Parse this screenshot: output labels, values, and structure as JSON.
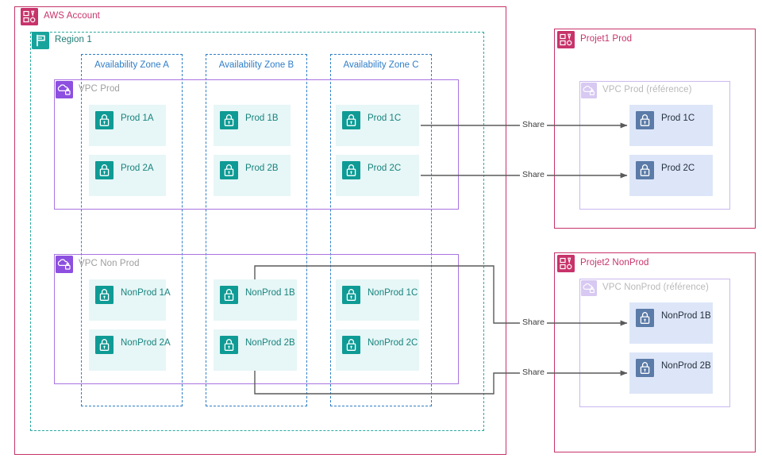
{
  "colors": {
    "account_border": "#c7336a",
    "region_border": "#2aab9f",
    "az_border": "#2f7ec7",
    "vpc_border": "#a974e0",
    "vpc_ref_border": "#cbb8ee",
    "subnet_fill": "#e7f6f6",
    "subnet_icon": "#16837e",
    "ref_fill": "#dde6f8",
    "ref_icon": "#5b7ba8",
    "wire": "#5a5a5a"
  },
  "account": {
    "label": "AWS Account",
    "icon": "aws-account-icon"
  },
  "region": {
    "label": "Region 1",
    "icon": "region-flag-icon"
  },
  "availability_zones": [
    {
      "label": "Availability Zone A"
    },
    {
      "label": "Availability Zone B"
    },
    {
      "label": "Availability Zone C"
    }
  ],
  "vpcs": [
    {
      "id": "vpc-prod",
      "label": "VPC Prod",
      "icon": "vpc-cloud-lock-icon",
      "subnets": [
        {
          "label": "Prod 1A",
          "icon": "subnet-lock-icon",
          "zone": "A",
          "row": 1
        },
        {
          "label": "Prod 2A",
          "icon": "subnet-lock-icon",
          "zone": "A",
          "row": 2
        },
        {
          "label": "Prod 1B",
          "icon": "subnet-lock-icon",
          "zone": "B",
          "row": 1
        },
        {
          "label": "Prod 2B",
          "icon": "subnet-lock-icon",
          "zone": "B",
          "row": 2
        },
        {
          "label": "Prod 1C",
          "icon": "subnet-lock-icon",
          "zone": "C",
          "row": 1
        },
        {
          "label": "Prod 2C",
          "icon": "subnet-lock-icon",
          "zone": "C",
          "row": 2
        }
      ]
    },
    {
      "id": "vpc-nonprod",
      "label": "VPC Non Prod",
      "icon": "vpc-cloud-lock-icon",
      "subnets": [
        {
          "label": "NonProd 1A",
          "icon": "subnet-lock-icon",
          "zone": "A",
          "row": 1
        },
        {
          "label": "NonProd 2A",
          "icon": "subnet-lock-icon",
          "zone": "A",
          "row": 2
        },
        {
          "label": "NonProd 1B",
          "icon": "subnet-lock-icon",
          "zone": "B",
          "row": 1
        },
        {
          "label": "NonProd 2B",
          "icon": "subnet-lock-icon",
          "zone": "B",
          "row": 2
        },
        {
          "label": "NonProd 1C",
          "icon": "subnet-lock-icon",
          "zone": "C",
          "row": 1
        },
        {
          "label": "NonProd 2C",
          "icon": "subnet-lock-icon",
          "zone": "C",
          "row": 2
        }
      ]
    }
  ],
  "projects": [
    {
      "id": "projet1-prod",
      "label": "Projet1 Prod",
      "icon": "aws-account-icon",
      "vpc_ref": {
        "label": "VPC Prod (référence)",
        "icon": "vpc-ref-cloud-lock-icon",
        "subnets": [
          {
            "label": "Prod 1C",
            "icon": "subnet-ref-lock-icon"
          },
          {
            "label": "Prod 2C",
            "icon": "subnet-ref-lock-icon"
          }
        ]
      }
    },
    {
      "id": "projet2-nonprod",
      "label": "Projet2 NonProd",
      "icon": "aws-account-icon",
      "vpc_ref": {
        "label": "VPC NonProd (référence)",
        "icon": "vpc-ref-cloud-lock-icon",
        "subnets": [
          {
            "label": "NonProd 1B",
            "icon": "subnet-ref-lock-icon"
          },
          {
            "label": "NonProd 2B",
            "icon": "subnet-ref-lock-icon"
          }
        ]
      }
    }
  ],
  "connectors": [
    {
      "id": "share-prod-1c",
      "label": "Share",
      "from": "Prod 1C",
      "to": "Prod 1C (référence)"
    },
    {
      "id": "share-prod-2c",
      "label": "Share",
      "from": "Prod 2C",
      "to": "Prod 2C (référence)"
    },
    {
      "id": "share-nonprod-1b",
      "label": "Share",
      "from": "NonProd 1B",
      "to": "NonProd 1B (référence)"
    },
    {
      "id": "share-nonprod-2b",
      "label": "Share",
      "from": "NonProd 2B",
      "to": "NonProd 2B (référence)"
    }
  ]
}
